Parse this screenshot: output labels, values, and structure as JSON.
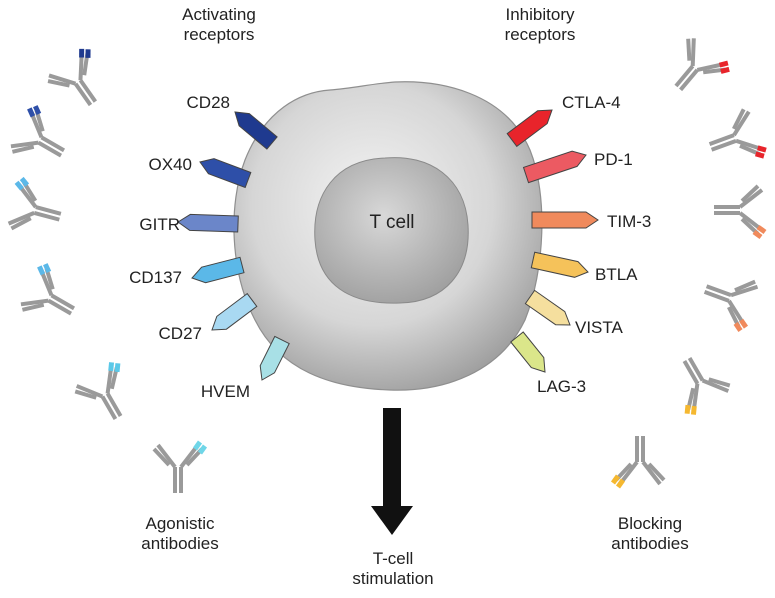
{
  "headers": {
    "activating": [
      "Activating",
      "receptors"
    ],
    "inhibitory": [
      "Inhibitory",
      "receptors"
    ],
    "agonistic": [
      "Agonistic",
      "antibodies"
    ],
    "blocking": [
      "Blocking",
      "antibodies"
    ],
    "stimulation": [
      "T-cell",
      "stimulation"
    ]
  },
  "cell_label": "T cell",
  "activating_receptors": [
    {
      "label": "CD28",
      "color": "#1f3a8f"
    },
    {
      "label": "OX40",
      "color": "#2e4fa8"
    },
    {
      "label": "GITR",
      "color": "#6b86c9"
    },
    {
      "label": "CD137",
      "color": "#5bb8e8"
    },
    {
      "label": "CD27",
      "color": "#a9d9f2"
    },
    {
      "label": "HVEM",
      "color": "#a8e0e6"
    }
  ],
  "inhibitory_receptors": [
    {
      "label": "CTLA-4",
      "color": "#e8242b"
    },
    {
      "label": "PD-1",
      "color": "#ec5a62"
    },
    {
      "label": "TIM-3",
      "color": "#f08a5c"
    },
    {
      "label": "BTLA",
      "color": "#f5c25a"
    },
    {
      "label": "VISTA",
      "color": "#f5df9e"
    },
    {
      "label": "LAG-3",
      "color": "#dbe68a"
    }
  ],
  "antibody_gray": "#9a9a9a",
  "agonistic_tip_colors": [
    "#1f3a8f",
    "#2e4fa8",
    "#5bb8e8",
    "#5bb8e8",
    "#5bc8e8",
    "#6fd6e8"
  ],
  "blocking_tip_colors": [
    "#e8242b",
    "#e8242b",
    "#f08a5c",
    "#f08a5c",
    "#f5b830",
    "#f5b830"
  ],
  "arrow_color": "#111111"
}
